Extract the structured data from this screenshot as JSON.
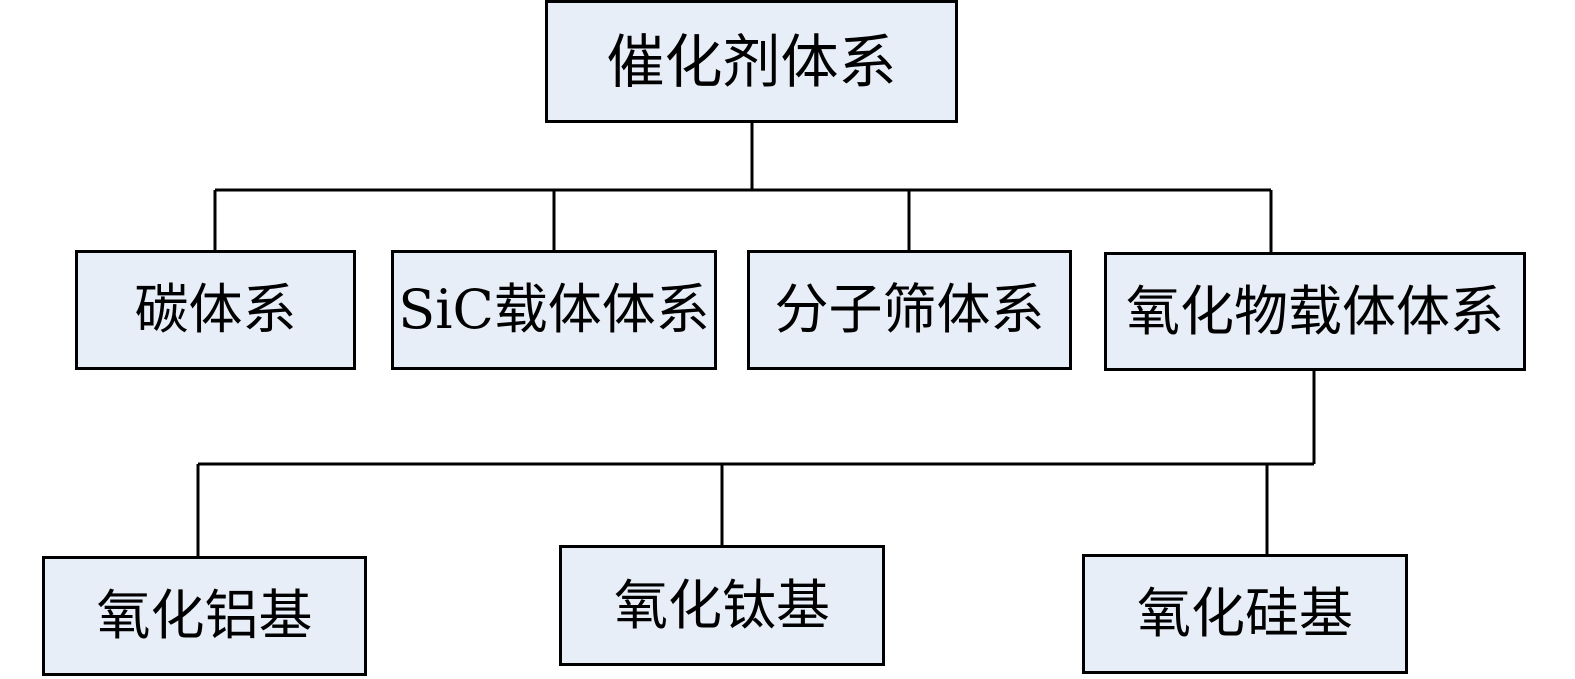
{
  "colors": {
    "box_fill": "#e8eef8",
    "line": "#000000"
  },
  "root": {
    "label": "催化剂体系"
  },
  "level1": [
    {
      "label": "碳体系"
    },
    {
      "label": "SiC载体体系"
    },
    {
      "label": "分子筛体系"
    },
    {
      "label": "氧化物载体体系"
    }
  ],
  "level2": [
    {
      "label": "氧化铝基"
    },
    {
      "label": "氧化钛基"
    },
    {
      "label": "氧化硅基"
    }
  ]
}
